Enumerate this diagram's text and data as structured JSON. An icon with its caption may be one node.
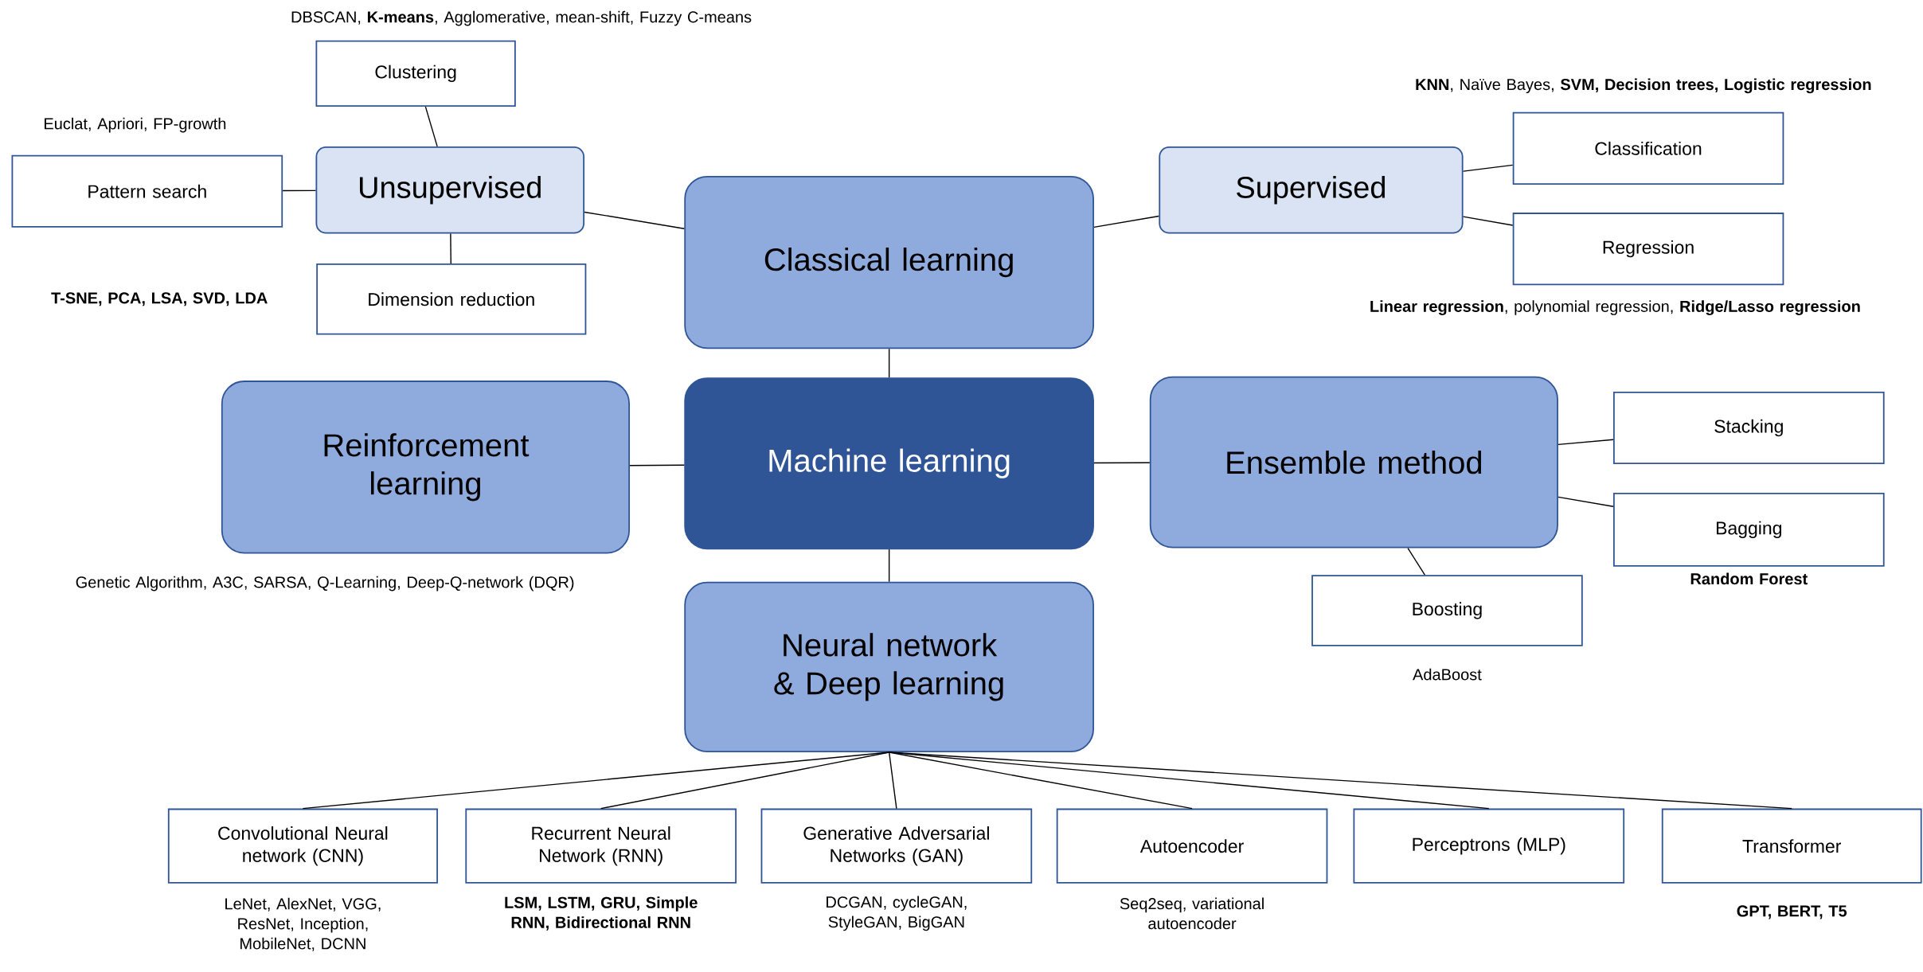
{
  "diagram": {
    "nodes": [
      {
        "text": [
          "Classical learning"
        ]
      },
      {
        "text": [
          "Unsupervised"
        ]
      },
      {
        "text": [
          "Clustering"
        ],
        "beside": [
          "DBSCAN, **K-means**, Agglomerative, mean-shift, Fuzzy C-means"
        ]
      },
      {
        "text": [
          "Pattern search"
        ],
        "beside": [
          "Euclat, Apriori, FP-growth"
        ]
      },
      {
        "text": [
          "Dimension reduction"
        ],
        "beside": [
          "T-SNE, PCA, LSA, SVD, LDA"
        ]
      },
      {
        "text": [
          "Supervised"
        ]
      },
      {
        "text": [
          "Classification"
        ],
        "beside": [
          "**KNN**, Naïve Bayes, **SVM, Decision trees, Logistic regression**"
        ]
      },
      {
        "text": [
          "Regression"
        ],
        "beside": [
          "**Linear regression**, polynomial regression, **Ridge/Lasso regression**"
        ]
      },
      {
        "text": [
          "Reinforcement learning"
        ],
        "beside": [
          "Genetic Algorithm, A3C, SARSA, Q-Learning, Deep-Q-network (DQR)"
        ]
      },
      {
        "text": [
          "Machine learning"
        ]
      },
      {
        "text": [
          "Ensemble method"
        ]
      },
      {
        "text": [
          "Stacking"
        ]
      },
      {
        "text": [
          "Bagging"
        ],
        "beside": [
          "Random Forest"
        ]
      },
      {
        "text": [
          "Boosting"
        ],
        "beside": [
          "AdaBoost"
        ]
      },
      {
        "text": [
          "Neural network & Deep learning"
        ]
      },
      {
        "text": [
          "Convolutional Neural network (CNN)"
        ],
        "beside": [
          "LeNet, AlexNet, VGG, ResNet, Inception, MobileNet, DCNN"
        ]
      },
      {
        "text": [
          "Recurrent Neural Network (RNN)"
        ],
        "beside": [
          "LSM, LSTM, GRU, Simple RNN, Bidirectional RNN"
        ]
      },
      {
        "text": [
          "Generative Adversarial Networks (GAN)"
        ],
        "beside": [
          "DCGAN, cycleGAN, StyleGAN, BigGAN"
        ]
      },
      {
        "text": [
          "Autoencoder"
        ],
        "beside": [
          "Seq2seq, variational autoencoder"
        ]
      },
      {
        "text": [
          "Perceptrons (MLP)"
        ]
      },
      {
        "text": [
          "Transformer"
        ],
        "beside": [
          "GPT, BERT, T5"
        ]
      }
    ],
    "edges": [
      {
        "from": 0,
        "to": 1,
        "arrow": "none"
      },
      {
        "from": 1,
        "to": 2,
        "arrow": "none"
      },
      {
        "from": 1,
        "to": 3,
        "arrow": "none"
      },
      {
        "from": 1,
        "to": 4,
        "arrow": "none"
      },
      {
        "from": 0,
        "to": 5,
        "arrow": "none"
      },
      {
        "from": 5,
        "to": 6,
        "arrow": "none"
      },
      {
        "from": 5,
        "to": 7,
        "arrow": "none"
      },
      {
        "from": 9,
        "to": 0,
        "arrow": "none"
      },
      {
        "from": 9,
        "to": 8,
        "arrow": "none"
      },
      {
        "from": 9,
        "to": 10,
        "arrow": "none"
      },
      {
        "from": 10,
        "to": 11,
        "arrow": "none"
      },
      {
        "from": 10,
        "to": 12,
        "arrow": "none"
      },
      {
        "from": 10,
        "to": 13,
        "arrow": "none"
      },
      {
        "from": 9,
        "to": 14,
        "arrow": "none"
      },
      {
        "from": 14,
        "to": 15,
        "arrow": "none"
      },
      {
        "from": 14,
        "to": 16,
        "arrow": "none"
      },
      {
        "from": 14,
        "to": 17,
        "arrow": "none"
      },
      {
        "from": 14,
        "to": 18,
        "arrow": "none"
      },
      {
        "from": 14,
        "to": 19,
        "arrow": "none"
      },
      {
        "from": 14,
        "to": 20,
        "arrow": "none"
      }
    ]
  }
}
